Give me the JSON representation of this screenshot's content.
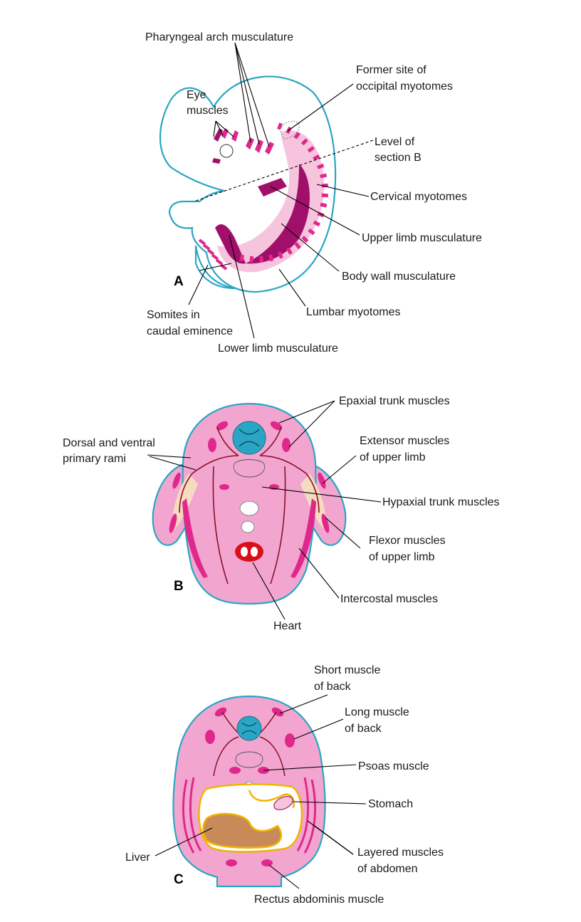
{
  "panels": {
    "a": "A",
    "b": "B",
    "c": "C"
  },
  "labels_a": {
    "pharyngeal": "Pharyngeal arch musculature",
    "former_1": "Former site of",
    "former_2": "occipital myotomes",
    "eye_1": "Eye",
    "eye_2": "muscles",
    "level_1": "Level of",
    "level_2": "section B",
    "cervical": "Cervical myotomes",
    "upper_limb": "Upper limb musculature",
    "body_wall": "Body wall musculature",
    "lumbar": "Lumbar myotomes",
    "somites_1": "Somites in",
    "somites_2": "caudal eminence",
    "lower_limb": "Lower limb musculature"
  },
  "labels_b": {
    "epaxial": "Epaxial trunk muscles",
    "rami_1": "Dorsal and ventral",
    "rami_2": "primary rami",
    "extensor_1": "Extensor muscles",
    "extensor_2": "of upper limb",
    "hypaxial": "Hypaxial trunk muscles",
    "flexor_1": "Flexor muscles",
    "flexor_2": "of upper limb",
    "intercostal": "Intercostal muscles",
    "heart": "Heart"
  },
  "labels_c": {
    "short_1": "Short muscle",
    "short_2": "of back",
    "long_1": "Long muscle",
    "long_2": "of back",
    "psoas": "Psoas muscle",
    "stomach": "Stomach",
    "liver": "Liver",
    "layered_1": "Layered muscles",
    "layered_2": "of abdomen",
    "rectus": "Rectus abdominis muscle"
  },
  "colors": {
    "outline": "#2aa6c4",
    "tissue": "#f2a6cf",
    "muscle": "#e0288c",
    "muscle_dark": "#a0106a",
    "light_pink": "#f7c4dd",
    "cord": "#2aa6c4",
    "heart": "#d8101a",
    "gut": "#f0b400",
    "liver": "#c98a5a",
    "nerve": "#8a1028",
    "limb_tissue": "#f5dcc0"
  }
}
